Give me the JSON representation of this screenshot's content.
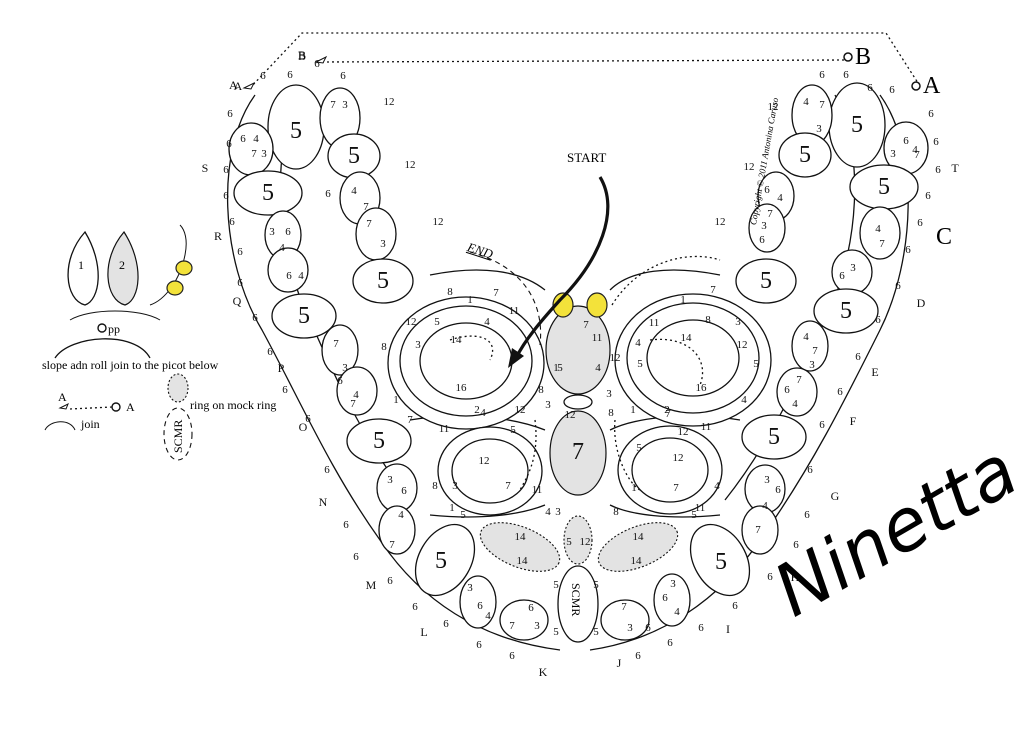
{
  "annotations": {
    "start": "START",
    "end": "END",
    "copyright": "Copyright © 2011 Antonina Caruso",
    "signature": "Ninetta"
  },
  "connectors": {
    "a_left": "A",
    "b_left": "B",
    "a_right": "A",
    "b_right": "B",
    "c_right": "C"
  },
  "legend": {
    "split_one": "1",
    "split_two": "2",
    "pp": "pp",
    "slope_text": "slope adn roll join to the picot below",
    "join_a_left": "A",
    "join_a_right": "A",
    "join_text": "join",
    "mock_ring_text": "ring on mock ring",
    "scmr": "SCMR"
  },
  "ring_numbers": {
    "big5": "5",
    "center7": "7",
    "bottom_scmr": "SCMR"
  },
  "picot_letters": {
    "left": [
      "A",
      "B",
      "S",
      "R",
      "Q",
      "P",
      "O",
      "N",
      "M",
      "L",
      "K"
    ],
    "right": [
      "T",
      "C",
      "D",
      "E",
      "F",
      "G",
      "H",
      "I",
      "J"
    ]
  },
  "stitch_numbers": {
    "six": "6",
    "twelve": "12",
    "seven": "7",
    "three": "3",
    "four": "4",
    "eight": "8",
    "one": "1",
    "eleven": "11",
    "fourteen": "14",
    "sixteen": "16",
    "five": "5",
    "two": "2"
  }
}
